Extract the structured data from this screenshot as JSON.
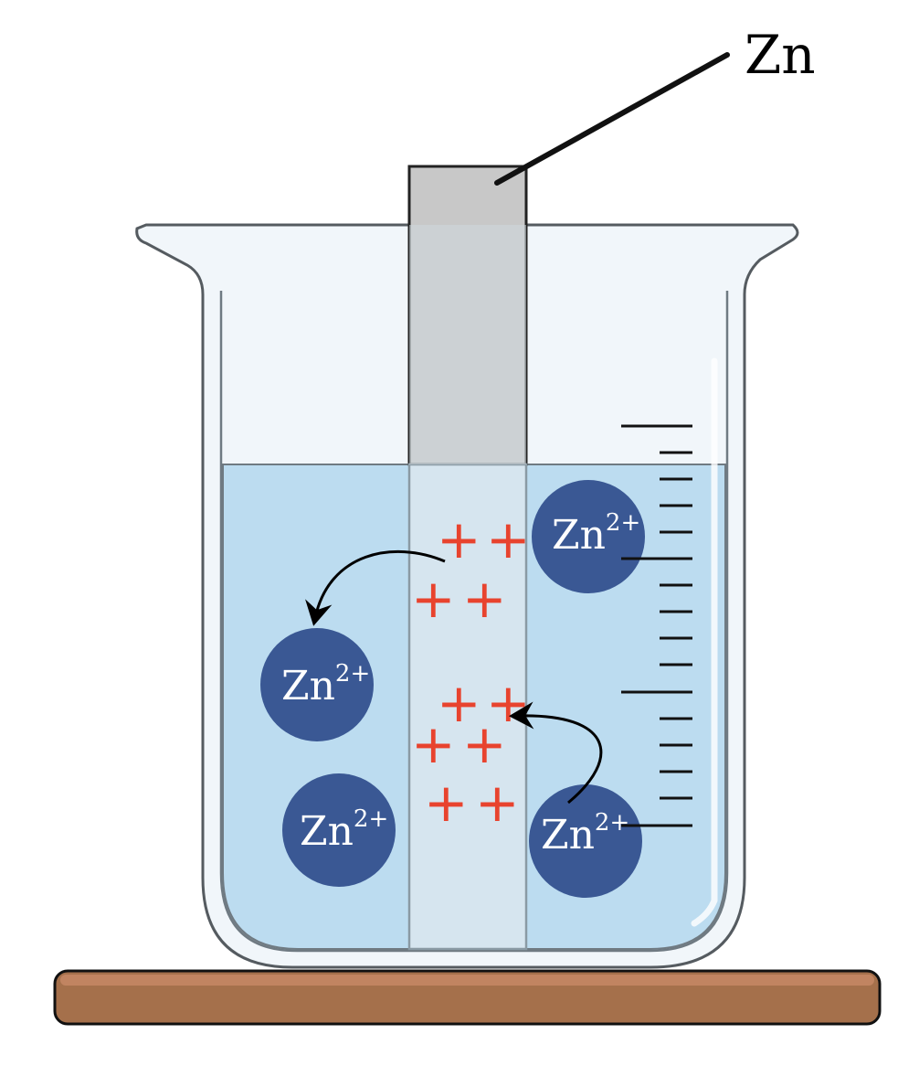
{
  "electrode": {
    "label": "Zn"
  },
  "ions": [
    {
      "symbol": "Zn",
      "charge": "2+"
    },
    {
      "symbol": "Zn",
      "charge": "2+"
    },
    {
      "symbol": "Zn",
      "charge": "2+"
    },
    {
      "symbol": "Zn",
      "charge": "2+"
    }
  ],
  "plus_signs": [
    "+",
    "+",
    "+",
    "+",
    "+",
    "+",
    "+",
    "+",
    "+",
    "+"
  ],
  "colors": {
    "solution": "#bcdcf0",
    "ion": "#3a5894",
    "electrode": "#c8c8c8",
    "plus": "#e8432e",
    "stand": "#a5704b",
    "glass_outline": "#555b60"
  }
}
